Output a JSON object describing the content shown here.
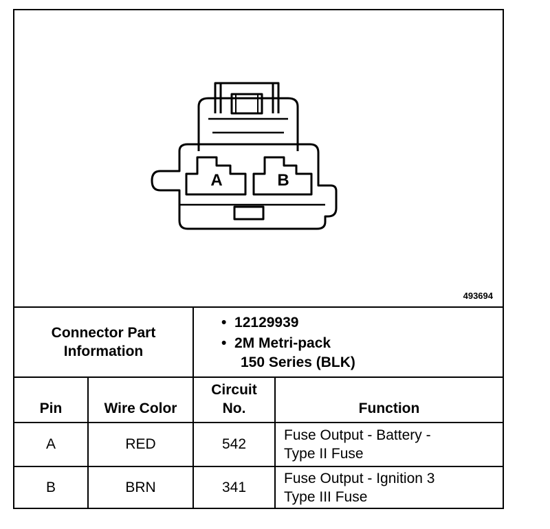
{
  "figure_id": "493694",
  "connector_labels": {
    "pin_a": "A",
    "pin_b": "B"
  },
  "connector_info": {
    "label": "Connector Part Information",
    "label_line1": "Connector Part",
    "label_line2": "Information",
    "bullet_glyph": "•",
    "items": [
      {
        "line1": "12129939"
      },
      {
        "line1": "2M Metri-pack",
        "line2": "150 Series (BLK)"
      }
    ]
  },
  "table": {
    "headers": {
      "pin": "Pin",
      "wire_color": "Wire Color",
      "circuit_line1": "Circuit",
      "circuit_line2": "No.",
      "function": "Function"
    },
    "rows": [
      {
        "pin": "A",
        "wire_color": "RED",
        "circuit": "542",
        "function_line1": "Fuse Output - Battery -",
        "function_line2": "Type II Fuse"
      },
      {
        "pin": "B",
        "wire_color": "BRN",
        "circuit": "341",
        "function_line1": "Fuse Output - Ignition 3",
        "function_line2": "Type III Fuse"
      }
    ]
  }
}
